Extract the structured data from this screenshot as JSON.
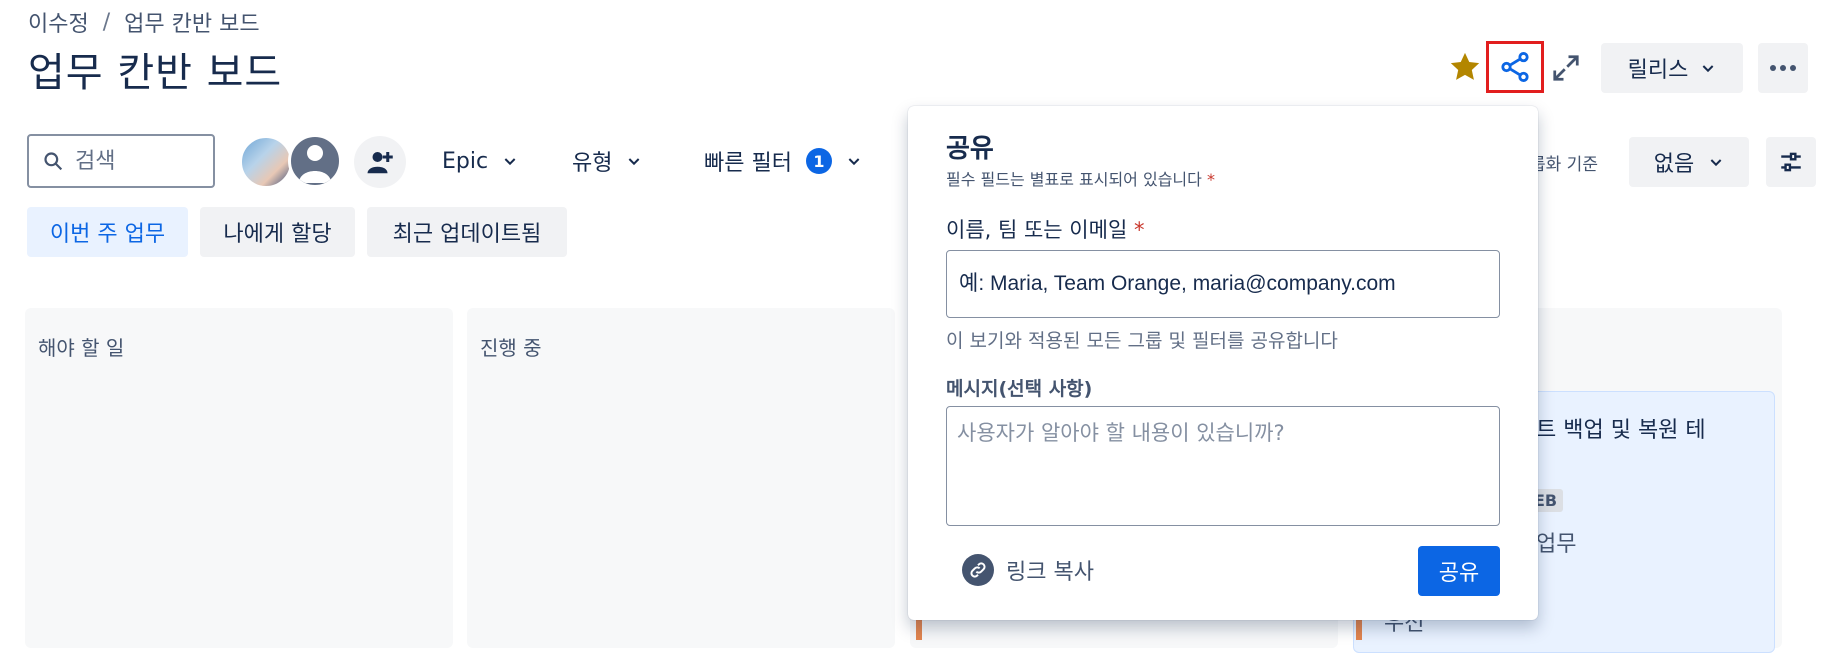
{
  "breadcrumb": {
    "parent": "이수정",
    "separator": "/",
    "current": "업무 칸반 보드"
  },
  "page_title": "업무 칸반 보드",
  "header": {
    "release_label": "릴리스"
  },
  "search": {
    "placeholder": "검색"
  },
  "filters": {
    "epic": "Epic",
    "type": "유형",
    "quick": "빠른 필터",
    "quick_count": "1"
  },
  "grouping": {
    "label": "룹화 기준",
    "value": "없음"
  },
  "chips": {
    "this_week": "이번 주 업무",
    "assigned_to_me": "나에게 할당",
    "recently_updated": "최근 업데이트됨"
  },
  "columns": [
    {
      "title": "해야 할 일"
    },
    {
      "title": "진행 중"
    }
  ],
  "card": {
    "title_fragment": "트 백업 및 복원 테",
    "tag_fragment": "EB",
    "text_fragment": "업무",
    "text_fragment2": "우선"
  },
  "share_dialog": {
    "title": "공유",
    "required_note": "필수 필드는 별표로 표시되어 있습니다",
    "required_mark": "*",
    "name_label": "이름, 팀 또는 이메일",
    "name_placeholder": "예: Maria, Team Orange, maria@company.com",
    "hint": "이 보기와 적용된 모든 그룹 및 필터를 공유합니다",
    "message_label": "메시지(선택 사항)",
    "message_placeholder": "사용자가 알아야 할 내용이 있습니까?",
    "copy_link": "링크 복사",
    "share_button": "공유"
  },
  "colors": {
    "accent": "#0C66E4",
    "star": "#B38600",
    "highlight": "#E21E1E"
  }
}
